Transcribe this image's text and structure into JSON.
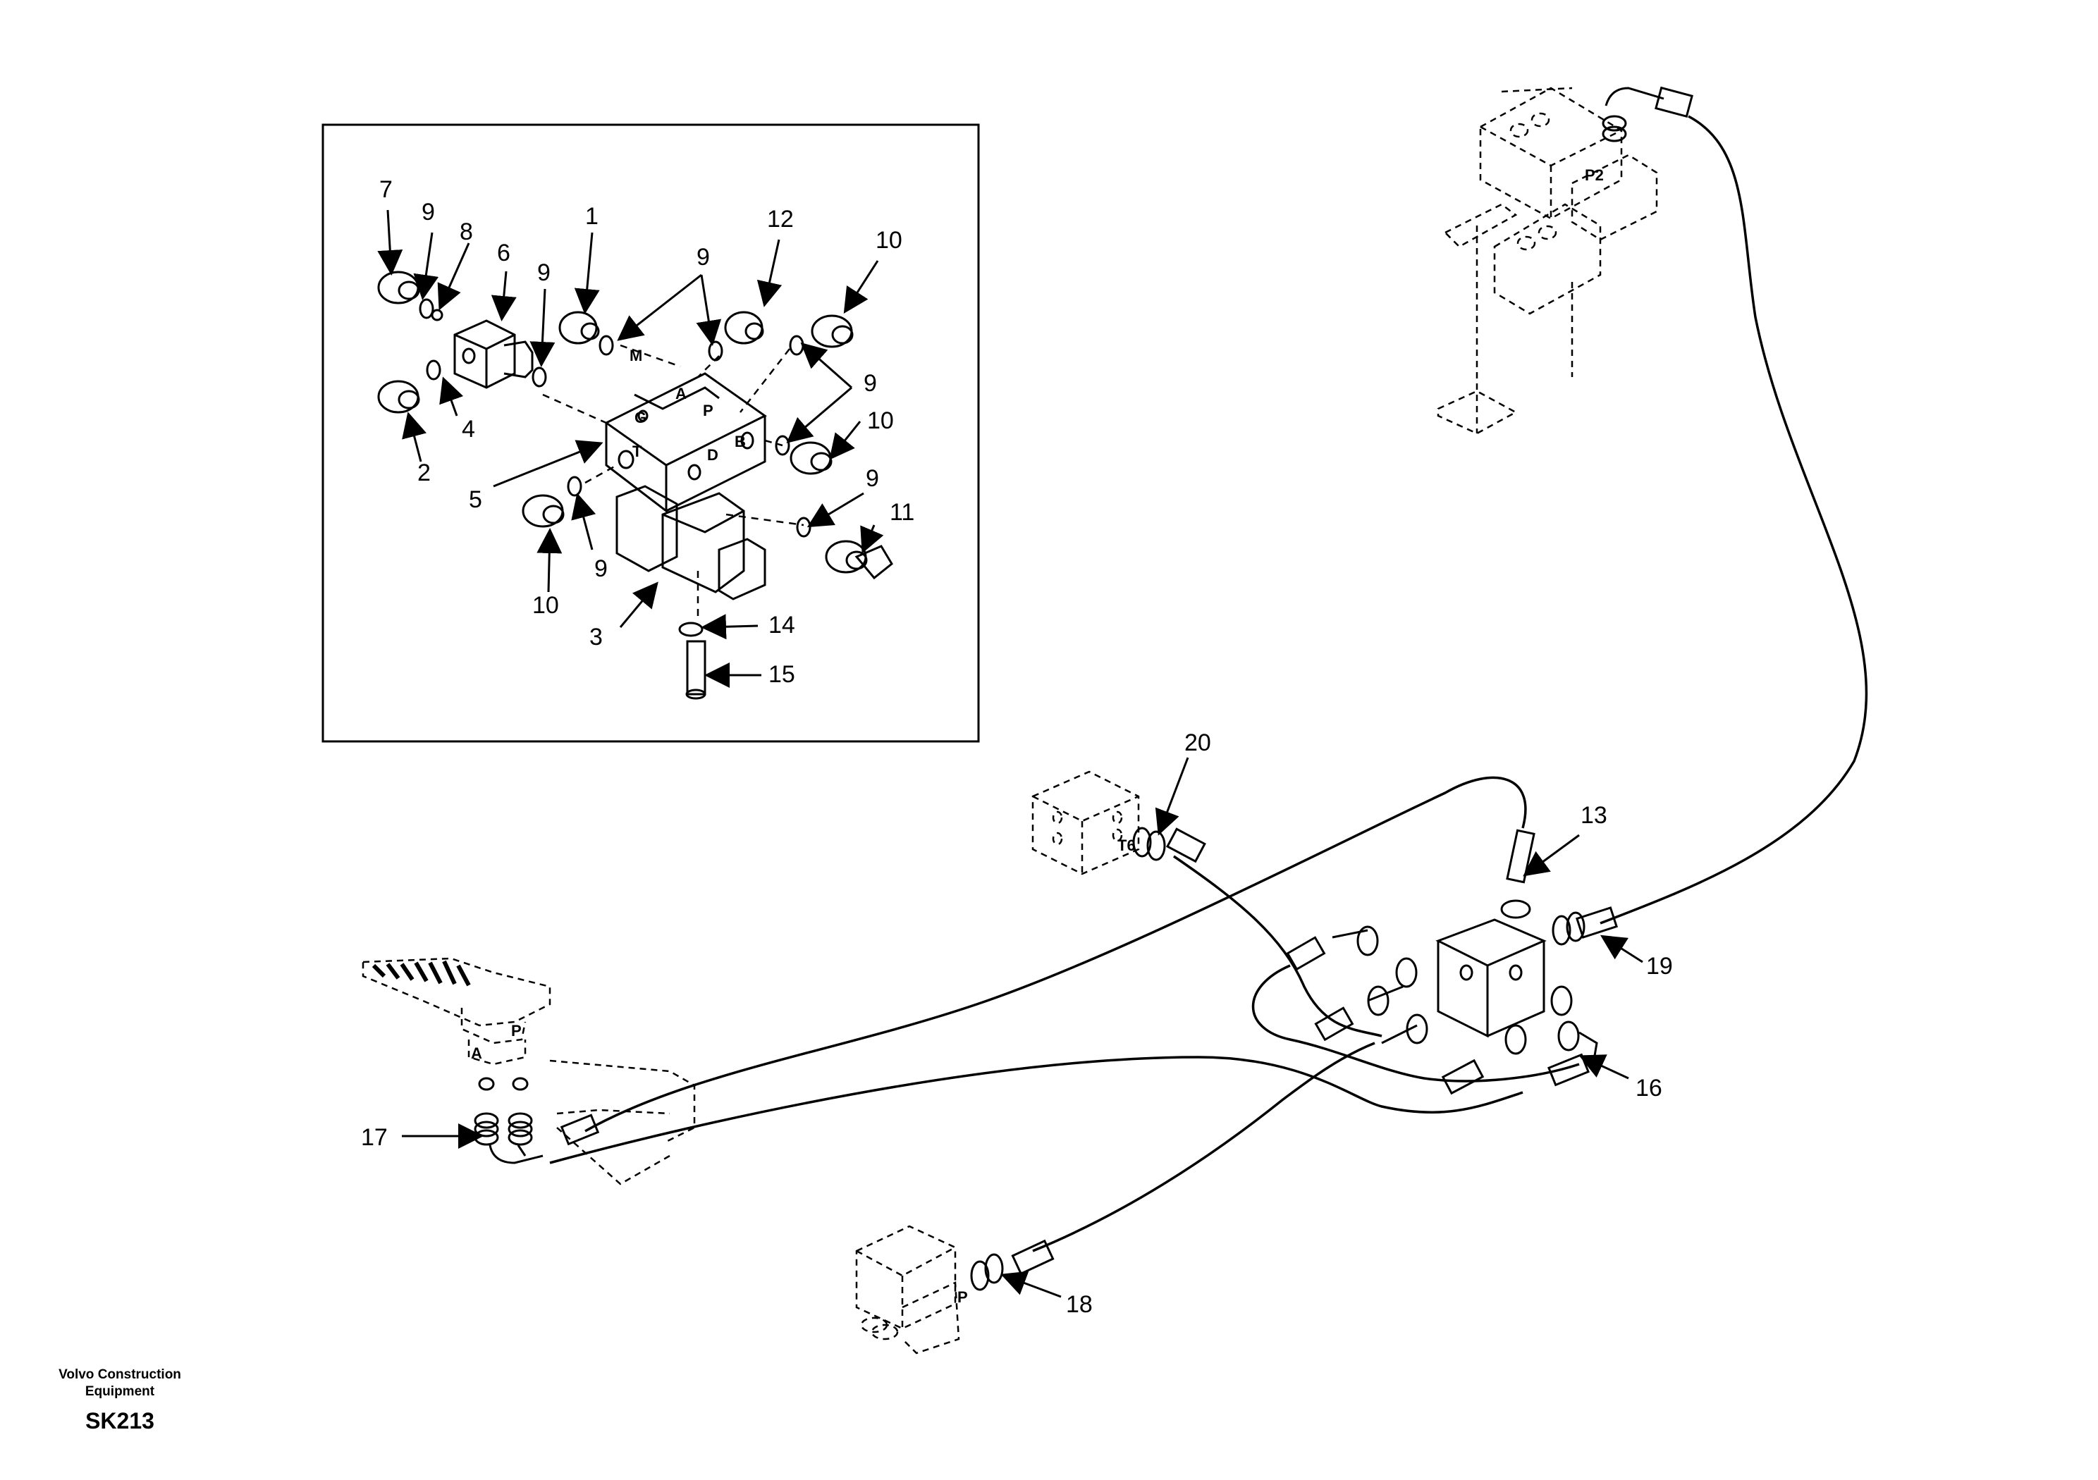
{
  "footer": {
    "company_line1": "Volvo Construction",
    "company_line2": "Equipment",
    "drawing_code": "SK213"
  },
  "callouts": {
    "c1": "1",
    "c2": "2",
    "c3": "3",
    "c4": "4",
    "c5": "5",
    "c6": "6",
    "c7": "7",
    "c8": "8",
    "c9a": "9",
    "c9b": "9",
    "c9c": "9",
    "c9d": "9",
    "c9e": "9",
    "c9f": "9",
    "c10a": "10",
    "c10b": "10",
    "c10c": "10",
    "c11": "11",
    "c12": "12",
    "c13": "13",
    "c14": "14",
    "c15": "15",
    "c16": "16",
    "c17": "17",
    "c18": "18",
    "c19": "19",
    "c20": "20"
  },
  "ports": {
    "M": "M",
    "A": "A",
    "P": "P",
    "G": "G",
    "T": "T",
    "B": "B",
    "D": "D",
    "P2": "P2",
    "T6": "T6",
    "P_pedal": "P",
    "A_pedal": "A",
    "P_bottom": "P"
  },
  "colors": {
    "line": "#000000",
    "background": "#ffffff"
  }
}
